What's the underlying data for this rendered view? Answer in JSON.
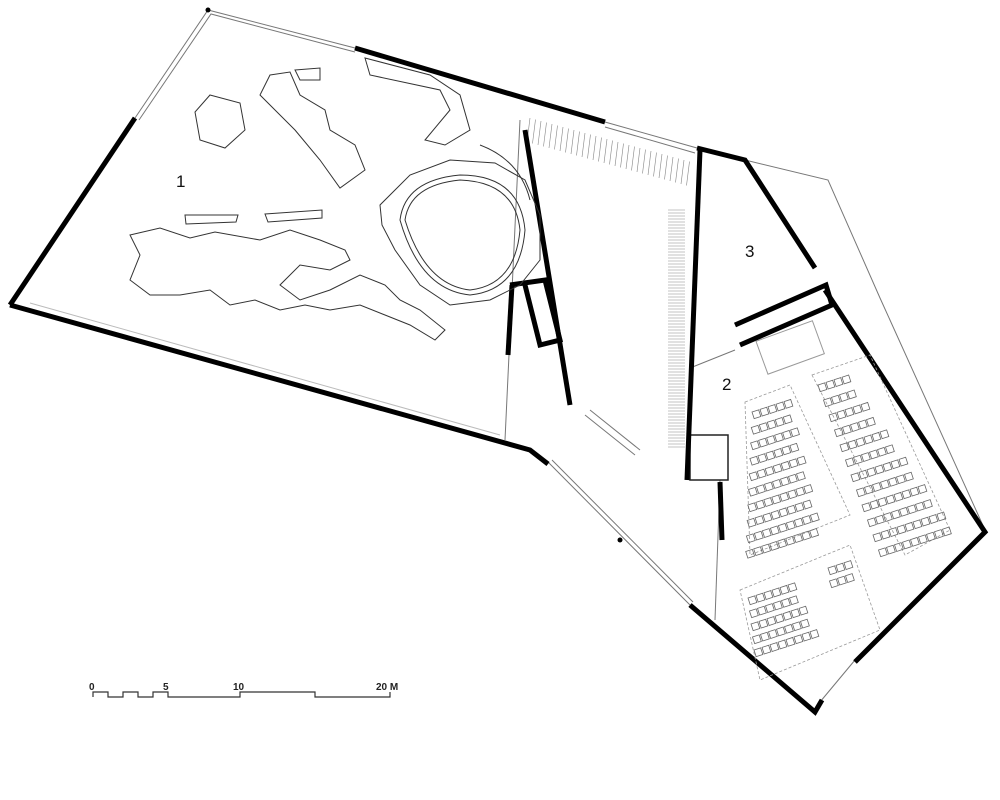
{
  "rooms": [
    {
      "number": "1"
    },
    {
      "number": "2"
    },
    {
      "number": "3"
    }
  ],
  "scale_bar": {
    "ticks": [
      "0",
      "5",
      "10",
      "20 M"
    ],
    "unit": "M"
  },
  "colors": {
    "wall": "#000000",
    "thin": "#555555",
    "light": "#aaaaaa"
  }
}
